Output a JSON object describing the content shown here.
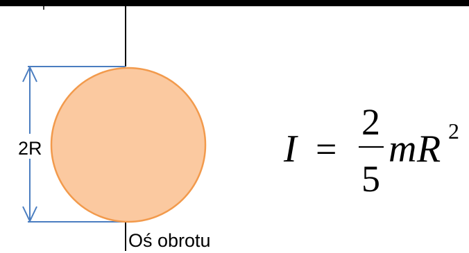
{
  "labels": {
    "diameter": "2R",
    "axis": "Oś obrotu"
  },
  "formula": {
    "lhs": "I",
    "equals": "=",
    "numerator": "2",
    "denominator": "5",
    "mass": "m",
    "radius": "R",
    "exponent": "2"
  },
  "colors": {
    "sphere_fill": "#fbc9a0",
    "sphere_stroke": "#f29a4c",
    "dimension_line": "#4a7dc0",
    "axis_line": "#000000",
    "ceiling": "#000000"
  }
}
